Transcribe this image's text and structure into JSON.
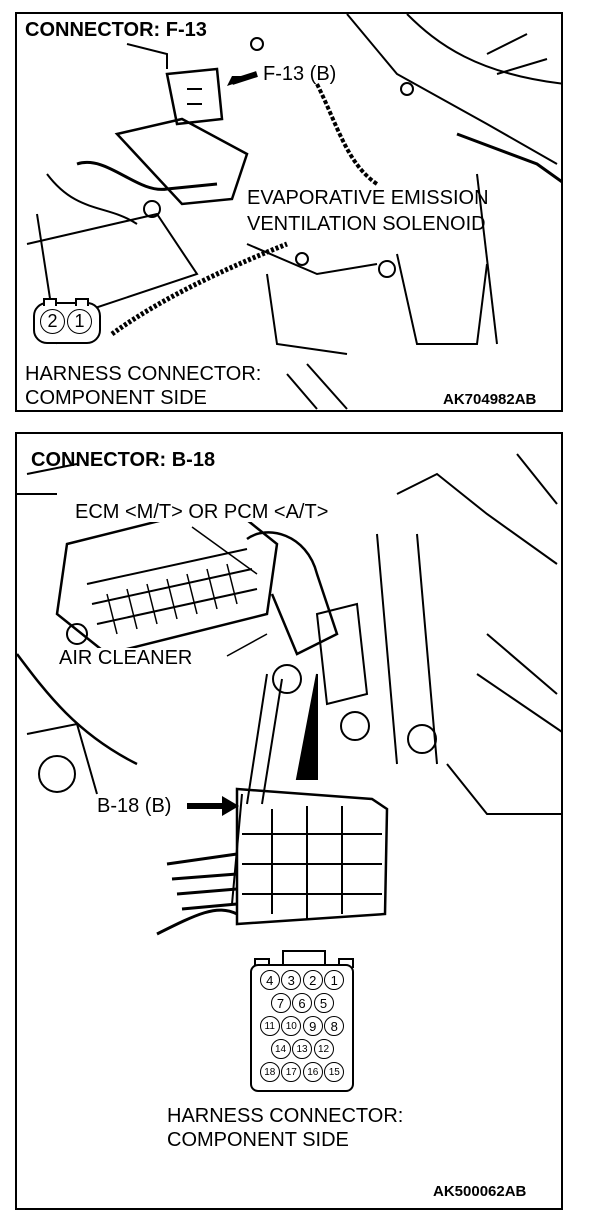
{
  "connector_f13": {
    "title": "CONNECTOR: F-13",
    "callout": "F-13 (B)",
    "component_line1": "EVAPORATIVE EMISSION",
    "component_line2": "VENTILATION SOLENOID",
    "pins": [
      "2",
      "1"
    ],
    "harness_line1": "HARNESS CONNECTOR:",
    "harness_line2": "COMPONENT SIDE",
    "figure_code": "AK704982AB"
  },
  "connector_b18": {
    "title": "CONNECTOR: B-18",
    "component": "ECM <M/T> OR PCM <A/T>",
    "air_cleaner": "AIR CLEANER",
    "callout": "B-18 (B)",
    "pin_rows": [
      [
        "4",
        "3",
        "2",
        "1"
      ],
      [
        "7",
        "6",
        "5"
      ],
      [
        "11",
        "10",
        "9",
        "8"
      ],
      [
        "14",
        "13",
        "12"
      ],
      [
        "18",
        "17",
        "16",
        "15"
      ]
    ],
    "harness_line1": "HARNESS CONNECTOR:",
    "harness_line2": "COMPONENT SIDE",
    "figure_code": "AK500062AB"
  }
}
